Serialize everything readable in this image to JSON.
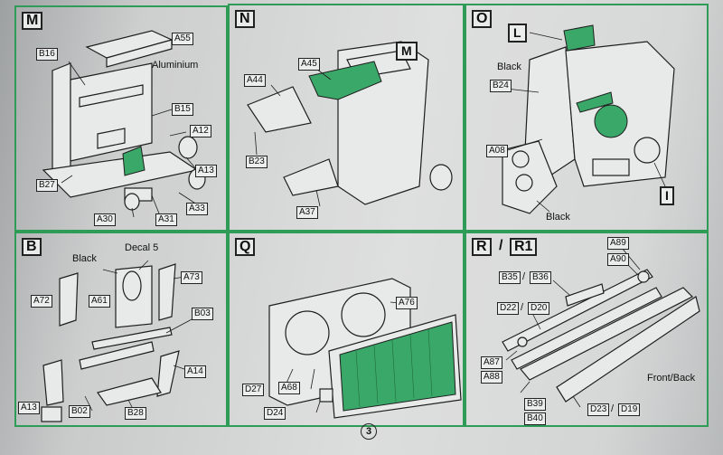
{
  "page_number": "3",
  "panels": {
    "m": {
      "letter": "M",
      "note": "Aluminium",
      "parts": [
        "A55",
        "B16",
        "B15",
        "A12",
        "A13",
        "B27",
        "A33",
        "A31",
        "A30"
      ]
    },
    "n": {
      "letter": "N",
      "ref": "M",
      "parts": [
        "A45",
        "A44",
        "B23",
        "A37"
      ]
    },
    "o": {
      "letter": "O",
      "ref_top": "L",
      "ref_bottom": "I",
      "note_top": "Black",
      "note_bottom": "Black",
      "parts": [
        "B24",
        "A08"
      ]
    },
    "b": {
      "letter": "B",
      "note_black": "Black",
      "note_decal": "Decal 5",
      "parts": [
        "A72",
        "A61",
        "A73",
        "B03",
        "A14",
        "A13",
        "B02",
        "B28"
      ]
    },
    "q": {
      "letter": "Q",
      "parts": [
        "A76",
        "D27",
        "A68",
        "D24"
      ]
    },
    "r": {
      "letter": "R",
      "letter2": "R1",
      "note": "Front/Back",
      "parts": [
        "A89",
        "A90",
        "B35",
        "B36",
        "D22",
        "D20",
        "A87",
        "A88",
        "B39",
        "B40",
        "D23",
        "D19"
      ]
    }
  },
  "colors": {
    "frame": "#2e9b57",
    "highlight": "#3aa868",
    "line": "#1e1e1e"
  }
}
